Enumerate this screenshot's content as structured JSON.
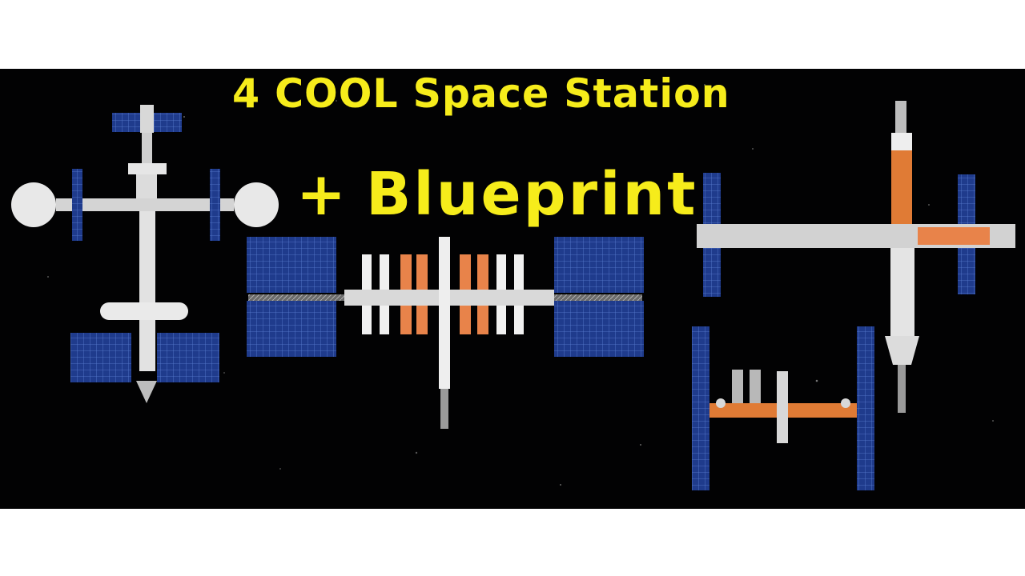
{
  "thumbnail": {
    "title_line_1": "4 COOL Space Station",
    "title_plus": "+",
    "title_line_2": "Blueprint",
    "title_color": "#f6ec1b",
    "background_color": "#020203",
    "border_color": "#ffffff"
  },
  "stations": [
    {
      "name": "station-1",
      "accent": "#c9c9c9"
    },
    {
      "name": "station-2",
      "accent": "#e8834a"
    },
    {
      "name": "station-3",
      "accent": "#e07b35"
    },
    {
      "name": "station-4",
      "accent": "#e07b35"
    }
  ],
  "colors": {
    "panel": "#1f3b8c",
    "panel_grid": "#5b7fd1",
    "module": "#e6e6e6",
    "truss": "#7a7a7a",
    "orange": "#e8834a"
  }
}
